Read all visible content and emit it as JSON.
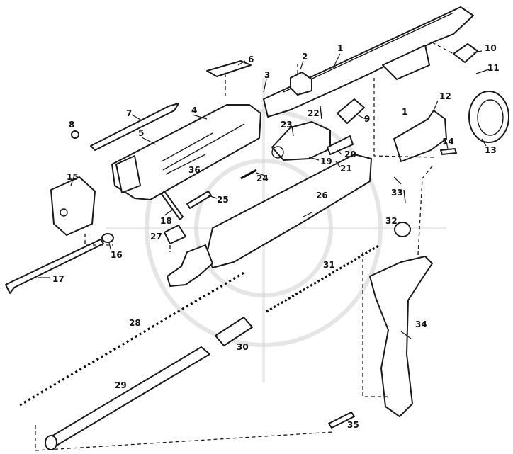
{
  "diagram": {
    "part_labels": [
      "1",
      "2",
      "3",
      "4",
      "5",
      "6",
      "7",
      "8",
      "9",
      "10",
      "11",
      "12",
      "13",
      "14",
      "15",
      "16",
      "17",
      "18",
      "19",
      "20",
      "21",
      "22",
      "23",
      "24",
      "25",
      "26",
      "27",
      "28",
      "29",
      "30",
      "31",
      "32",
      "33",
      "34",
      "35",
      "36"
    ]
  }
}
